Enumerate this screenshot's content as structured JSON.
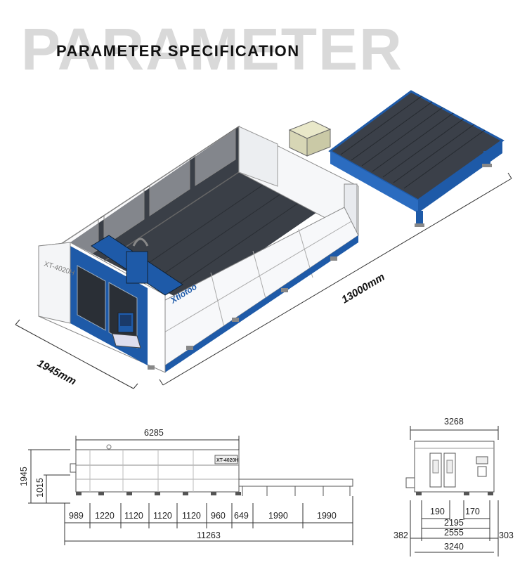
{
  "header": {
    "background_word": "PARAMETER",
    "title": "PARAMETER SPECIFICATION"
  },
  "machine": {
    "model_label": "XT-4020H",
    "brand_label": "Xtlotoo",
    "side_view_label": "XT-4020H"
  },
  "iso_dimensions": {
    "width": "1945mm",
    "length": "13000mm"
  },
  "side_view": {
    "overall_machine_length": "6285",
    "height_total": "1945",
    "height_table": "1015",
    "segments": [
      "989",
      "1220",
      "1120",
      "1120",
      "1120",
      "960",
      "649",
      "1990",
      "1990"
    ],
    "total_length": "11263"
  },
  "front_view": {
    "top_width": "3268",
    "left_gap": "190",
    "right_gap": "170",
    "inner_width": "2195",
    "left_offset": "382",
    "mid_width": "2555",
    "right_offset": "303",
    "base_width": "3240"
  },
  "colors": {
    "accent_blue": "#1e5aa8",
    "panel_white": "#f4f5f7",
    "bed_dark": "#3a3f47",
    "line": "#333333"
  }
}
